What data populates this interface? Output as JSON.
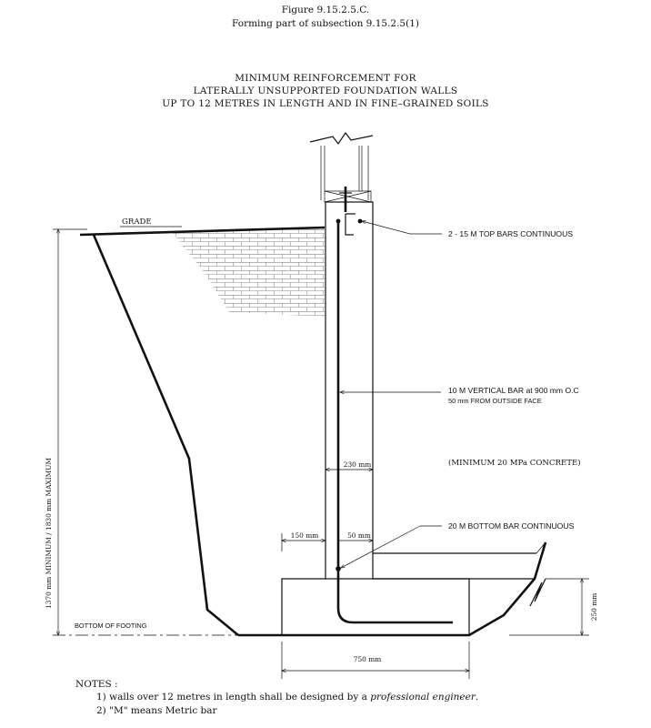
{
  "header": {
    "figure_number": "Figure 9.15.2.5.C.",
    "subtitle": "Forming part of subsection 9.15.2.5(1)"
  },
  "title": {
    "line1": "MINIMUM REINFORCEMENT FOR",
    "line2": "LATERALLY UNSUPPORTED FOUNDATION WALLS",
    "line3": "UP TO 12 METRES IN LENGTH AND IN FINE–GRAINED SOILS"
  },
  "labels": {
    "grade": "GRADE",
    "top_bars": "2 - 15 M TOP BARS CONTINUOUS",
    "vertical_bar_line1": "10 M VERTICAL BAR at 900 mm O.C",
    "vertical_bar_line2": "50 mm FROM OUTSIDE FACE",
    "concrete": "(MINIMUM 20 MPa CONCRETE)",
    "bottom_bar": "20 M BOTTOM BAR CONTINUOUS",
    "bottom_of_footing": "BOTTOM OF FOOTING"
  },
  "dimensions": {
    "wall_thickness": "230 mm",
    "footing_projection": "150 mm",
    "bar_cover": "50 mm",
    "footing_width": "750 mm",
    "footing_depth": "250 mm",
    "wall_height": "1370 mm MINIMUM / 1830 mm MAXIMUM"
  },
  "notes": {
    "heading": "NOTES :",
    "note1_prefix": "1) walls over 12 metres in length shall be designed by a ",
    "note1_emphasis": "professional engineer",
    "note1_suffix": ".",
    "note2": "2) \"M\" means Metric bar"
  }
}
